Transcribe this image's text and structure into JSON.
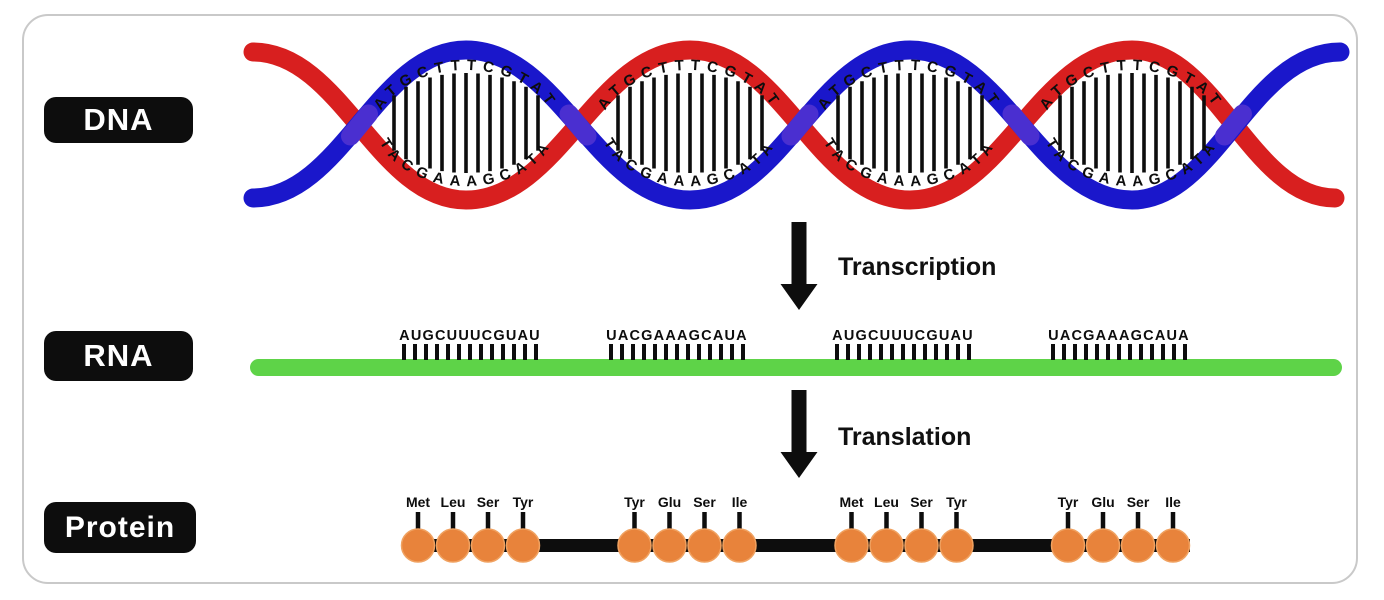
{
  "rows": {
    "dna": {
      "label": "DNA",
      "pair_count": 13,
      "eyes": [
        {
          "top": "ATGCTTTCGTAT",
          "bottom": "TACGAAAGCATA"
        },
        {
          "top": "ATGCTTTCGTAT",
          "bottom": "TACGAAAGCATA"
        },
        {
          "top": "ATGCTTTCGTAT",
          "bottom": "TACGAAAGCATA"
        },
        {
          "top": "ATGCTTTCGTAT",
          "bottom": "TACGAAAGCATA"
        }
      ]
    },
    "rna": {
      "label": "RNA",
      "tick_count": 13,
      "groups": [
        {
          "sequence": "AUGCUUUCGUAU"
        },
        {
          "sequence": "UACGAAAGCAUA"
        },
        {
          "sequence": "AUGCUUUCGUAU"
        },
        {
          "sequence": "UACGAAAGCAUA"
        }
      ]
    },
    "protein": {
      "label": "Protein",
      "groups": [
        {
          "residues": [
            "Met",
            "Leu",
            "Ser",
            "Tyr"
          ]
        },
        {
          "residues": [
            "Tyr",
            "Glu",
            "Ser",
            "Ile"
          ]
        },
        {
          "residues": [
            "Met",
            "Leu",
            "Ser",
            "Tyr"
          ]
        },
        {
          "residues": [
            "Tyr",
            "Glu",
            "Ser",
            "Ile"
          ]
        }
      ]
    }
  },
  "arrows": [
    {
      "label": "Transcription"
    },
    {
      "label": "Translation"
    }
  ],
  "colors": {
    "strand_red": "#d81f1f",
    "strand_blue": "#1a17cb",
    "strand_overlap": "#4a2fd0",
    "rna_green": "#5ed348",
    "residue_orange": "#e8833b",
    "ink": "#0d0d0d",
    "badge_bg": "#0d0d0d",
    "badge_text": "#ffffff",
    "frame_border": "#c9c9c9"
  }
}
